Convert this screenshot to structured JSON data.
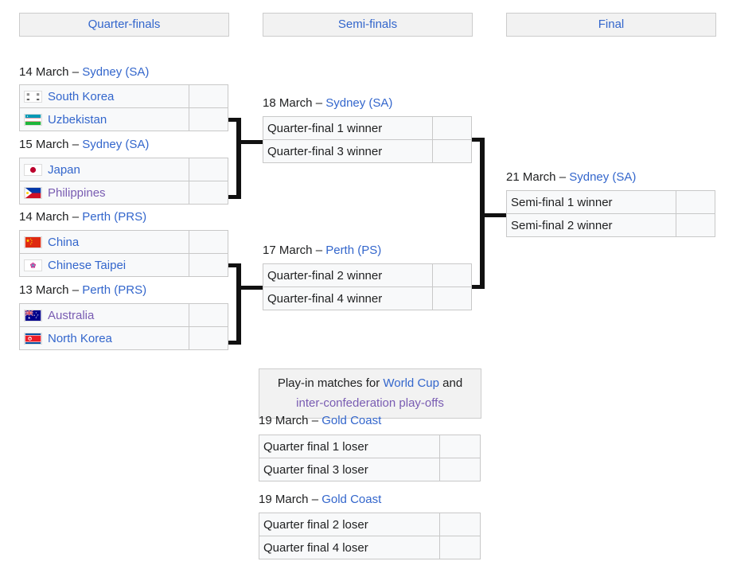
{
  "rounds": [
    {
      "label": "Quarter-finals"
    },
    {
      "label": "Semi-finals"
    },
    {
      "label": "Final"
    }
  ],
  "quarterfinals": [
    {
      "date": "14 March",
      "dash": "–",
      "venue": "Sydney (SA)",
      "teams": [
        {
          "name": "South Korea",
          "flag": "south-korea",
          "score": "",
          "visited": false
        },
        {
          "name": "Uzbekistan",
          "flag": "uzbekistan",
          "score": "",
          "visited": false
        }
      ]
    },
    {
      "date": "15 March",
      "dash": "–",
      "venue": "Sydney (SA)",
      "teams": [
        {
          "name": "Japan",
          "flag": "japan",
          "score": "",
          "visited": false
        },
        {
          "name": "Philippines",
          "flag": "philippines",
          "score": "",
          "visited": true
        }
      ]
    },
    {
      "date": "14 March",
      "dash": "–",
      "venue": "Perth (PRS)",
      "teams": [
        {
          "name": "China",
          "flag": "china",
          "score": "",
          "visited": false
        },
        {
          "name": "Chinese Taipei",
          "flag": "chinese-taipei",
          "score": "",
          "visited": false
        }
      ]
    },
    {
      "date": "13 March",
      "dash": "–",
      "venue": "Perth (PRS)",
      "teams": [
        {
          "name": "Australia",
          "flag": "australia",
          "score": "",
          "visited": true
        },
        {
          "name": "North Korea",
          "flag": "north-korea",
          "score": "",
          "visited": false
        }
      ]
    }
  ],
  "semifinals": [
    {
      "date": "18 March",
      "dash": "–",
      "venue": "Sydney (SA)",
      "teams": [
        {
          "name": "Quarter-final 1 winner",
          "score": ""
        },
        {
          "name": "Quarter-final 3 winner",
          "score": ""
        }
      ]
    },
    {
      "date": "17 March",
      "dash": "–",
      "venue": "Perth (PS)",
      "teams": [
        {
          "name": "Quarter-final 2 winner",
          "score": ""
        },
        {
          "name": "Quarter-final 4 winner",
          "score": ""
        }
      ]
    }
  ],
  "final": {
    "date": "21 March",
    "dash": "–",
    "venue": "Sydney (SA)",
    "teams": [
      {
        "name": "Semi-final 1 winner",
        "score": ""
      },
      {
        "name": "Semi-final 2 winner",
        "score": ""
      }
    ]
  },
  "playin": {
    "caption_line1_pre": "Play-in matches for ",
    "caption_link1": "World Cup",
    "caption_line1_post": " and",
    "caption_link2": "inter-confederation play-offs",
    "matches": [
      {
        "date": "19 March",
        "dash": "–",
        "venue": "Gold Coast",
        "teams": [
          {
            "name": "Quarter final 1 loser",
            "score": ""
          },
          {
            "name": "Quarter final 3 loser",
            "score": ""
          }
        ]
      },
      {
        "date": "19 March",
        "dash": "–",
        "venue": "Gold Coast",
        "teams": [
          {
            "name": "Quarter final 2 loser",
            "score": ""
          },
          {
            "name": "Quarter final 4 loser",
            "score": ""
          }
        ]
      }
    ]
  },
  "colors": {
    "link": "#3366cc",
    "link_visited": "#795cb2",
    "text": "#202122",
    "header_bg": "#f2f2f2",
    "cell_bg": "#f8f9fa",
    "cell_border": "#c8c8c8",
    "connector": "#111111"
  }
}
